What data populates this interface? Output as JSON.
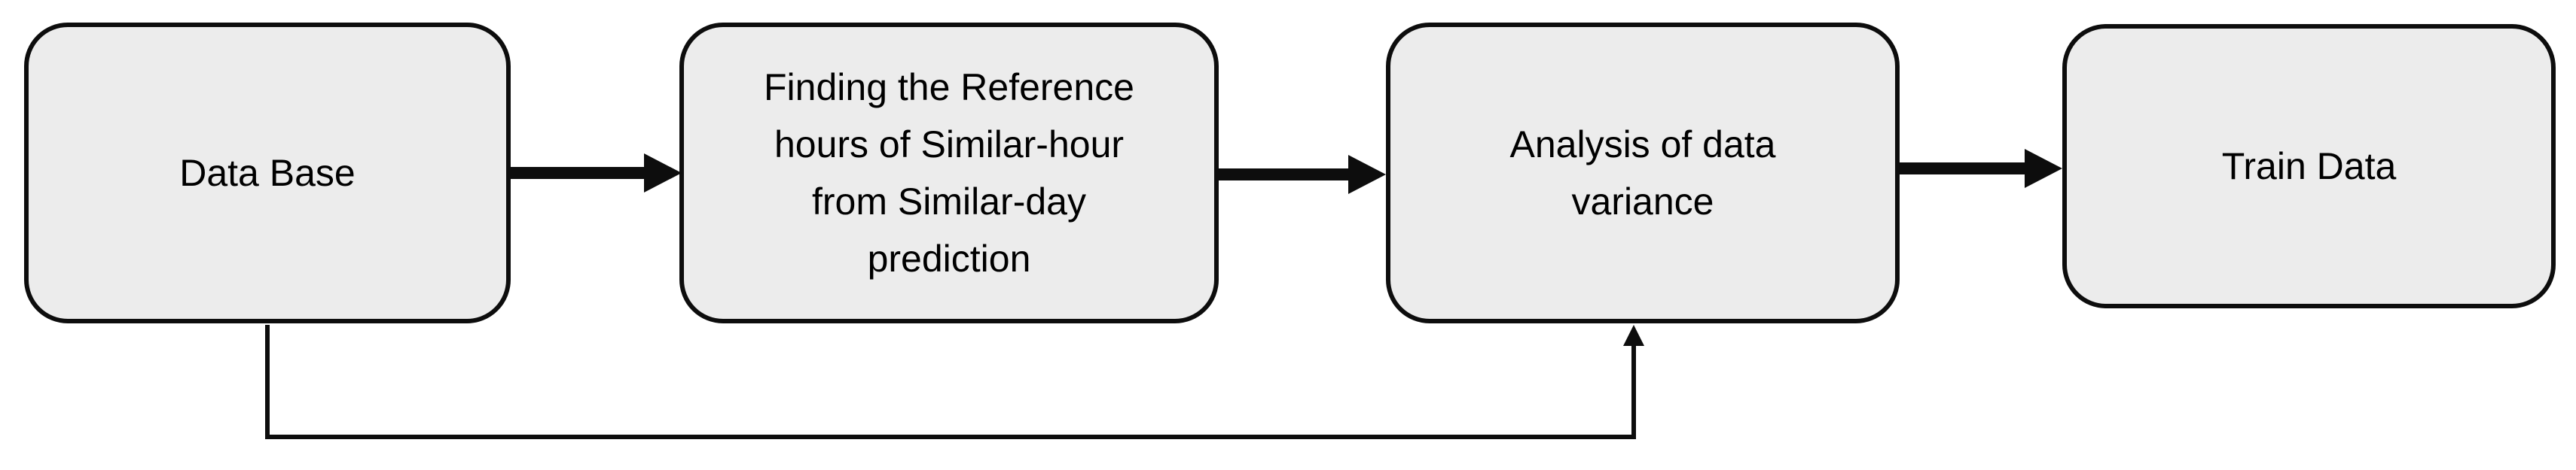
{
  "style": {
    "background": "#ffffff",
    "box_fill": "#ececec",
    "box_border": "#0d0d0d",
    "arrow_color": "#0d0d0d",
    "text_color": "#000000"
  },
  "nodes": [
    {
      "id": "data-base",
      "label": "Data Base"
    },
    {
      "id": "finding-reference",
      "label": "Finding the Reference\nhours of Similar-hour\nfrom Similar-day\nprediction"
    },
    {
      "id": "analysis-variance",
      "label": "Analysis of data\nvariance"
    },
    {
      "id": "train-data",
      "label": "Train Data"
    }
  ],
  "edges": [
    {
      "from": "data-base",
      "to": "finding-reference",
      "style": "thick-arrow",
      "route": "direct-right"
    },
    {
      "from": "finding-reference",
      "to": "analysis-variance",
      "style": "thick-arrow",
      "route": "direct-right"
    },
    {
      "from": "analysis-variance",
      "to": "train-data",
      "style": "thick-arrow",
      "route": "direct-right"
    },
    {
      "from": "data-base",
      "to": "analysis-variance",
      "style": "thin-arrow",
      "route": "bottom-feedback"
    }
  ]
}
